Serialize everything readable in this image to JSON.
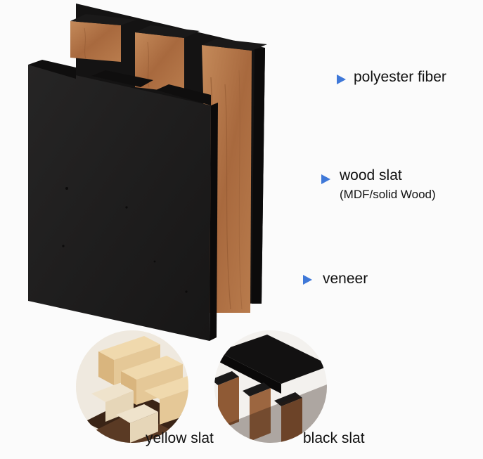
{
  "labels": {
    "polyester_fiber": "polyester fiber",
    "wood_slat": "wood slat",
    "wood_slat_sub": "(MDF/solid Wood)",
    "veneer": "veneer",
    "yellow_slat": "yellow slat",
    "black_slat": "black slat"
  },
  "colors": {
    "felt": "#1d1c1c",
    "oak": "#b5764a",
    "light_wood": "#e5c897",
    "arrow_start": "#38c9a8",
    "arrow_end": "#3f78d8"
  }
}
